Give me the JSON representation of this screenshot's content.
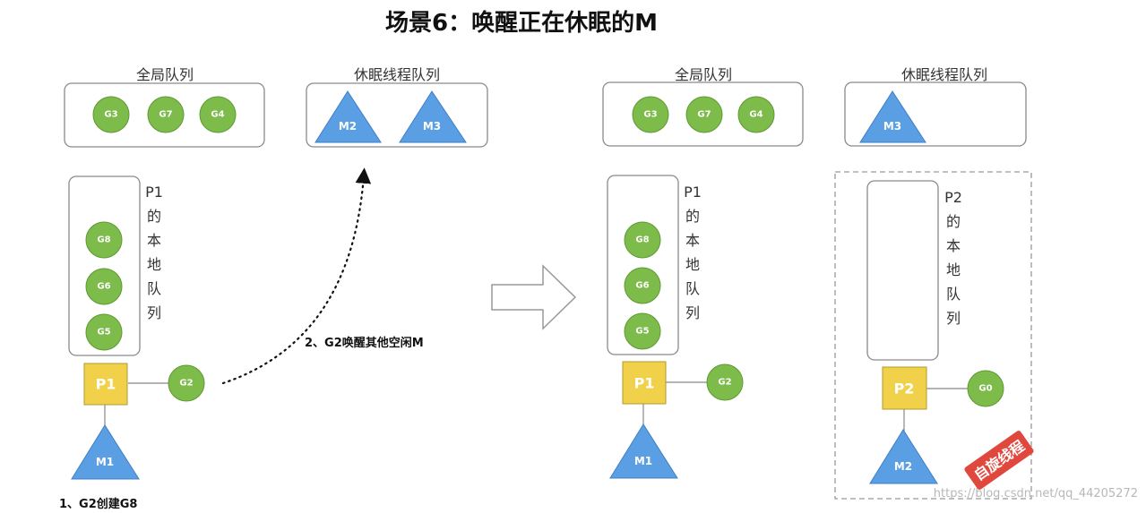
{
  "title": "场景6：唤醒正在休眠的M",
  "left": {
    "global_queue_title": "全局队列",
    "global_queue": [
      "G3",
      "G7",
      "G4"
    ],
    "sleep_queue_title": "休眠线程队列",
    "sleep_queue": [
      "M2",
      "M3"
    ],
    "local_queue_label": [
      "P1",
      "的",
      "本",
      "地",
      "队",
      "列"
    ],
    "local_queue": [
      "G8",
      "G6",
      "G5"
    ],
    "p_label": "P1",
    "running_g": "G2",
    "m_label": "M1",
    "note_wake": "2、G2唤醒其他空闲M",
    "note_create": "1、G2创建G8"
  },
  "right": {
    "global_queue_title": "全局队列",
    "global_queue": [
      "G3",
      "G7",
      "G4"
    ],
    "sleep_queue_title": "休眠线程队列",
    "sleep_queue": [
      "M3"
    ],
    "p1_local_label": [
      "P1",
      "的",
      "本",
      "地",
      "队",
      "列"
    ],
    "p1_local_queue": [
      "G8",
      "G6",
      "G5"
    ],
    "p1_label": "P1",
    "p1_running_g": "G2",
    "m1_label": "M1",
    "p2_local_label": [
      "P2",
      "的",
      "本",
      "地",
      "队",
      "列"
    ],
    "p2_label": "P2",
    "p2_running_g": "G0",
    "m2_label": "M2",
    "spin_stamp": "自旋线程"
  },
  "watermark": "https://blog.csdn.net/qq_44205272",
  "colors": {
    "goroutine": "#7dbb4a",
    "machine": "#5a9fe4",
    "processor": "#f2d14a",
    "stamp": "#e0483e"
  }
}
